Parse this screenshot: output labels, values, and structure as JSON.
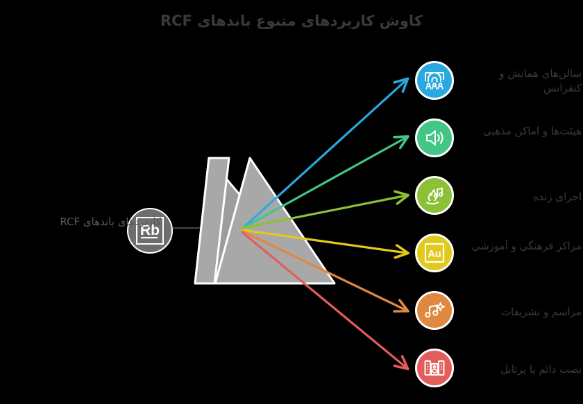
{
  "page": {
    "background_color": "#000000",
    "title": "کاوش کاربردهای متنوع باندهای RCF",
    "title_color": "#3a3a3a"
  },
  "source": {
    "node_name": "rcf-source-node",
    "logo_text": "Rb",
    "label": "کاربردهای باندهای RCF",
    "circle_fill": "#6e6e6e",
    "ray_color": "#3f3f3f"
  },
  "prism": {
    "fill": "#a8a8a8",
    "stroke": "#ffffff"
  },
  "branches": [
    {
      "id": "conference-halls",
      "label": "سالن‌های همایش و کنفرانس",
      "color": "#29a9df",
      "icon": "conference-hall-icon"
    },
    {
      "id": "religious-places",
      "label": "هیئت‌ها و اماکن مذهبی",
      "color": "#43c586",
      "icon": "speaker-volume-icon"
    },
    {
      "id": "live-performance",
      "label": "اجرای زنده",
      "color": "#8cc037",
      "icon": "flame-music-icon"
    },
    {
      "id": "cultural-educational",
      "label": "مراکز فرهنگی و آموزشی",
      "color": "#e2ca1c",
      "icon": "au-box-icon"
    },
    {
      "id": "ceremonies-protocol",
      "label": "مراسم و تشریفات",
      "color": "#e08840",
      "icon": "music-sparkle-icon"
    },
    {
      "id": "install-permanent-portable",
      "label": "نصب دائم یا پرتابل",
      "color": "#e35d5b",
      "icon": "pa-speaker-stack-icon"
    }
  ]
}
